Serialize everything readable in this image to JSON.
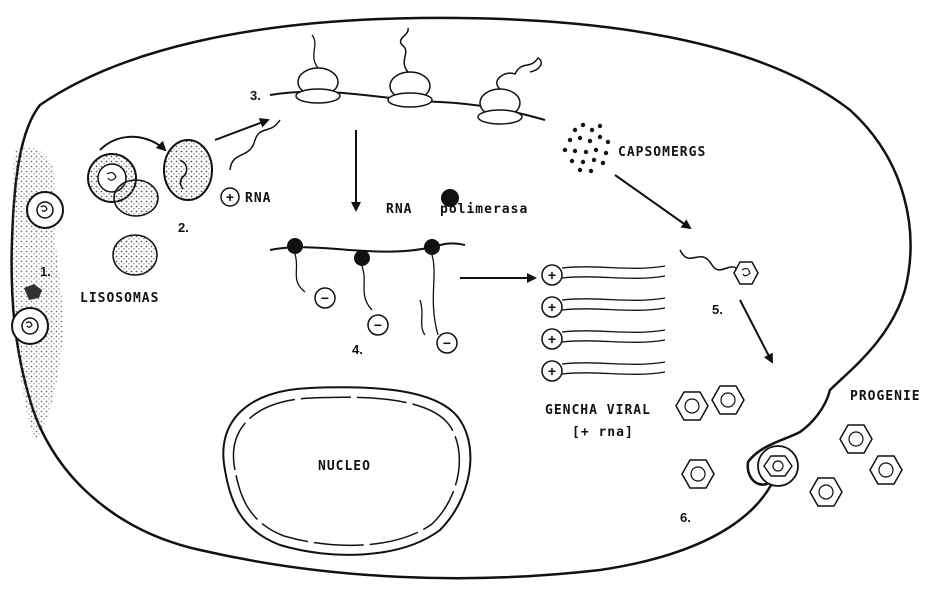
{
  "labels": {
    "step1": "1.",
    "step2": "2.",
    "step3": "3.",
    "step4": "4.",
    "step5": "5.",
    "step6": "6.",
    "lisosomas": "LISOSOMAS",
    "rna_plus": "RNA",
    "rna_polimerasa_rna": "RNA",
    "rna_polimerasa_word": "polimerasa",
    "capsomeros": "CAPSOMERGS",
    "nucleo": "NUCLEO",
    "cosecha": "GENCHA VIRAL",
    "cosecha_sub": "[+ rna]",
    "progenie": "PROGENIE",
    "plus_sign": "+",
    "minus_sign": "−"
  },
  "colors": {
    "ink": "#111111",
    "background": "#ffffff",
    "stipple": "#555555"
  }
}
